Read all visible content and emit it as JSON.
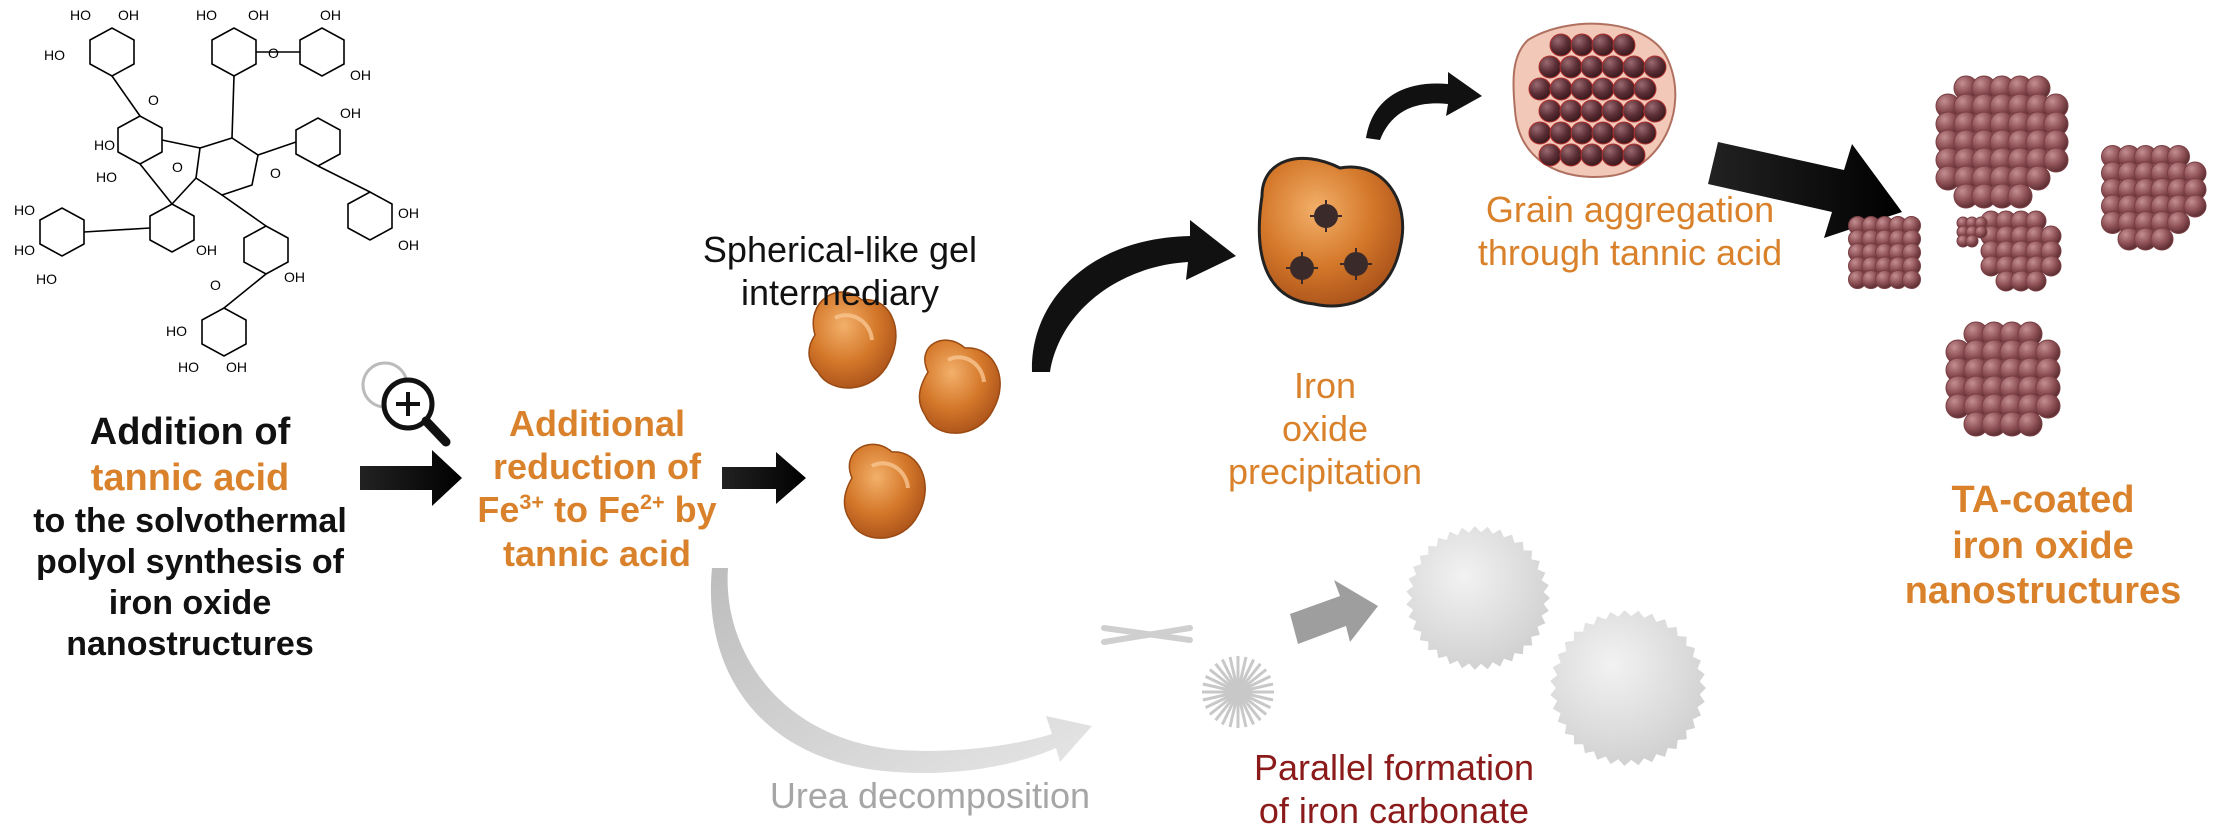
{
  "colors": {
    "orange": "#d9822b",
    "dark_red": "#8b1a1a",
    "gray": "#a6a6a6",
    "gel_orange": "#c8651b",
    "particle": "#8c4f54",
    "black": "#111111"
  },
  "molecule": {
    "name_icon": "tannic-acid-structure",
    "oh_label": "OH",
    "ho_label": "HO",
    "o_label": "O"
  },
  "step1": {
    "line1": "Addition of",
    "line2": "tannic acid",
    "line3": "to the solvothermal",
    "line4": "polyol synthesis of",
    "line5": "iron oxide",
    "line6": "nanostructures"
  },
  "step2": {
    "line1": "Additional",
    "line2": "reduction of",
    "line3a": "Fe",
    "sup3": "3+",
    "line3b": " to Fe",
    "sup2": "2+",
    "line3c": " by",
    "line4": "tannic acid"
  },
  "gel": {
    "line1": "Spherical-like gel",
    "line2": "intermediary"
  },
  "precipitation": {
    "line1": "Iron",
    "line2": "oxide precipitation"
  },
  "aggregation": {
    "line1": "Grain aggregation",
    "line2": "through tannic acid"
  },
  "product": {
    "line1": "TA-coated",
    "line2": "iron oxide",
    "line3": "nanostructures"
  },
  "urea": {
    "label": "Urea decomposition"
  },
  "carbonate": {
    "line1": "Parallel formation",
    "line2": "of iron carbonate"
  }
}
